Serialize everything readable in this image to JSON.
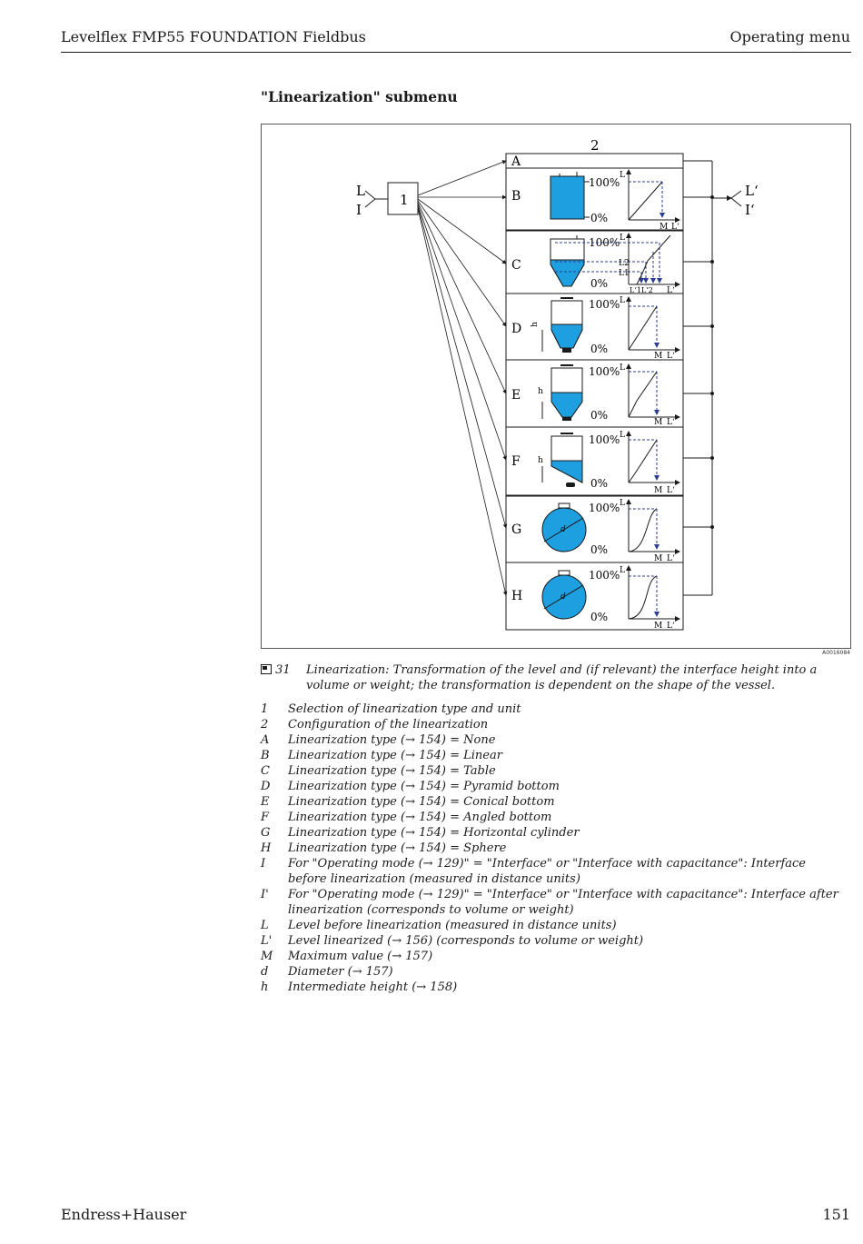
{
  "header": {
    "left": "Levelflex FMP55 FOUNDATION Fieldbus",
    "right": "Operating menu"
  },
  "section_title": "\"Linearization\" submenu",
  "figure": {
    "block_1": "1",
    "block_2": "2",
    "in_L": "L",
    "in_I": "I",
    "out_L": "L‘",
    "out_I": "I‘",
    "rows": [
      "A",
      "B",
      "C",
      "D",
      "E",
      "F",
      "G",
      "H"
    ],
    "pct_100": "100%",
    "pct_0": "0%",
    "axis_L": "L",
    "axis_M": "M",
    "axis_Lp": "L‘",
    "c_L2": "L2",
    "c_L1": "L1",
    "c_bottom": "L‘1L‘2",
    "sym_h": "h",
    "sym_d": "d",
    "figure_id": "A0016084",
    "colors": {
      "fill": "#1e9fe0",
      "dashed": "#2a3c8f"
    }
  },
  "caption": {
    "number": "31",
    "text": "Linearization: Transformation of the level and (if relevant) the interface height into a volume or weight; the transformation is dependent on the shape of the vessel."
  },
  "legend": [
    {
      "key": "1",
      "desc": "Selection of linearization type and unit"
    },
    {
      "key": "2",
      "desc": "Configuration of the linearization"
    },
    {
      "key": "A",
      "desc": "Linearization type (→ 154) = None"
    },
    {
      "key": "B",
      "desc": "Linearization type (→ 154) = Linear"
    },
    {
      "key": "C",
      "desc": "Linearization type (→ 154) = Table"
    },
    {
      "key": "D",
      "desc": "Linearization type (→ 154) = Pyramid bottom"
    },
    {
      "key": "E",
      "desc": "Linearization type (→ 154) = Conical bottom"
    },
    {
      "key": "F",
      "desc": "Linearization type (→ 154) = Angled bottom"
    },
    {
      "key": "G",
      "desc": "Linearization type (→ 154) = Horizontal cylinder"
    },
    {
      "key": "H",
      "desc": "Linearization type (→ 154) = Sphere"
    },
    {
      "key": "I",
      "desc": "For \"Operating mode (→ 129)\" = \"Interface\" or \"Interface with capacitance\": Interface before linearization (measured in distance units)"
    },
    {
      "key": "I'",
      "desc": "For \"Operating mode (→ 129)\" = \"Interface\" or \"Interface with capacitance\": Interface after linearization (corresponds to volume or weight)"
    },
    {
      "key": "L",
      "desc": "Level before linearization (measured in distance units)"
    },
    {
      "key": "L'",
      "desc": "Level linearized (→ 156) (corresponds to volume or weight)"
    },
    {
      "key": "M",
      "desc": "Maximum value (→ 157)"
    },
    {
      "key": "d",
      "desc": "Diameter (→ 157)"
    },
    {
      "key": "h",
      "desc": "Intermediate height (→ 158)"
    }
  ],
  "footer": {
    "left": "Endress+Hauser",
    "right": "151"
  }
}
